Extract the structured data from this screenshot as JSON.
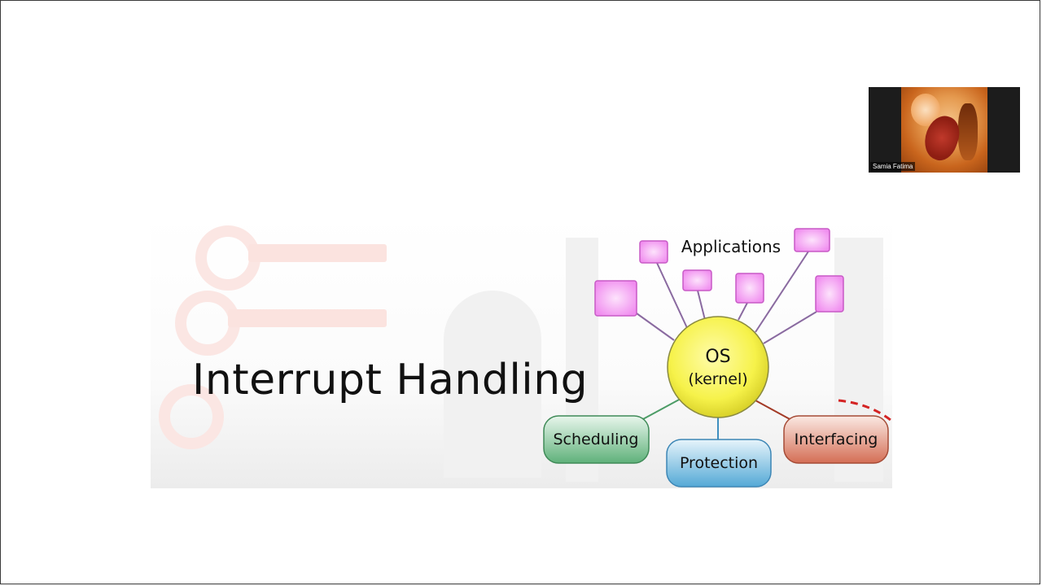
{
  "slide": {
    "title": "Interrupt Handling"
  },
  "diagram": {
    "applications_label": "Applications",
    "core_label": "OS",
    "core_sublabel": "(kernel)",
    "functions": [
      {
        "label": "Scheduling",
        "color": "#5fb17a"
      },
      {
        "label": "Protection",
        "color": "#54a9d6"
      },
      {
        "label": "Interfacing",
        "color": "#d46e55"
      }
    ],
    "app_box_color": "#f6a6f2",
    "core_color": "#f6f24a"
  },
  "video": {
    "participant_name": "Samia Fatima"
  }
}
